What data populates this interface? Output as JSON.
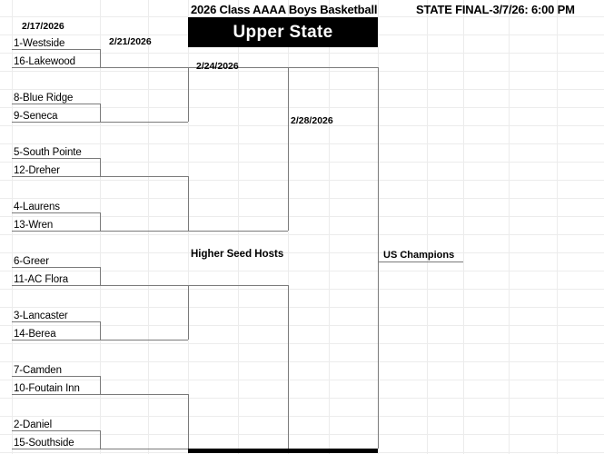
{
  "header": {
    "title": "2026 Class AAAA Boys Basketball",
    "state_final": "STATE FINAL-3/7/26: 6:00 PM",
    "banner": "Upper State"
  },
  "rounds": {
    "r1_date": "2/17/2026",
    "r2_date": "2/21/2026",
    "r3_date": "2/24/2026",
    "r4_date": "2/28/2026",
    "higher_seed_hosts": "Higher Seed Hosts",
    "us_champions": "US Champions"
  },
  "teams": [
    {
      "label": "1-Westside"
    },
    {
      "label": "16-Lakewood"
    },
    {
      "label": "8-Blue Ridge"
    },
    {
      "label": "9-Seneca"
    },
    {
      "label": "5-South Pointe"
    },
    {
      "label": "12-Dreher"
    },
    {
      "label": "4-Laurens"
    },
    {
      "label": "13-Wren"
    },
    {
      "label": "6-Greer"
    },
    {
      "label": "11-AC Flora"
    },
    {
      "label": "3-Lancaster"
    },
    {
      "label": "14-Berea"
    },
    {
      "label": "7-Camden"
    },
    {
      "label": "10-Foutain Inn"
    },
    {
      "label": "2-Daniel"
    },
    {
      "label": "15-Southside"
    }
  ],
  "colors": {
    "stroke": "#7a7a7a",
    "grid": "#ececec",
    "banner_bg": "#000000",
    "banner_fg": "#ffffff"
  }
}
